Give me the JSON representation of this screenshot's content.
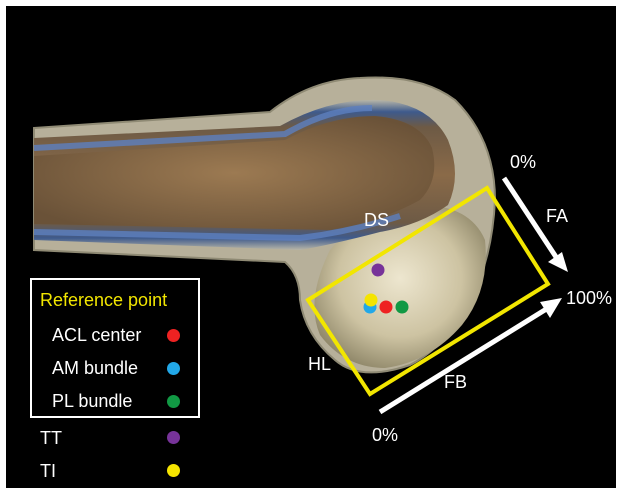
{
  "labels": {
    "ds": "DS",
    "hl": "HL",
    "fa": "FA",
    "fb": "FB",
    "fa_start": "0%",
    "fb_start": "0%",
    "end": "100%"
  },
  "legend": {
    "title": "Reference point",
    "items": [
      {
        "label": "ACL center",
        "color": "#ee2222"
      },
      {
        "label": "AM bundle",
        "color": "#22a8e8"
      },
      {
        "label": "PL bundle",
        "color": "#119944"
      },
      {
        "label": "TT",
        "color": "#773399"
      },
      {
        "label": "TI",
        "color": "#f5e400"
      }
    ]
  },
  "colors": {
    "background": "#000000",
    "frame": "#ffffff",
    "grid_box": "#f2e600",
    "arrows": "#ffffff"
  }
}
